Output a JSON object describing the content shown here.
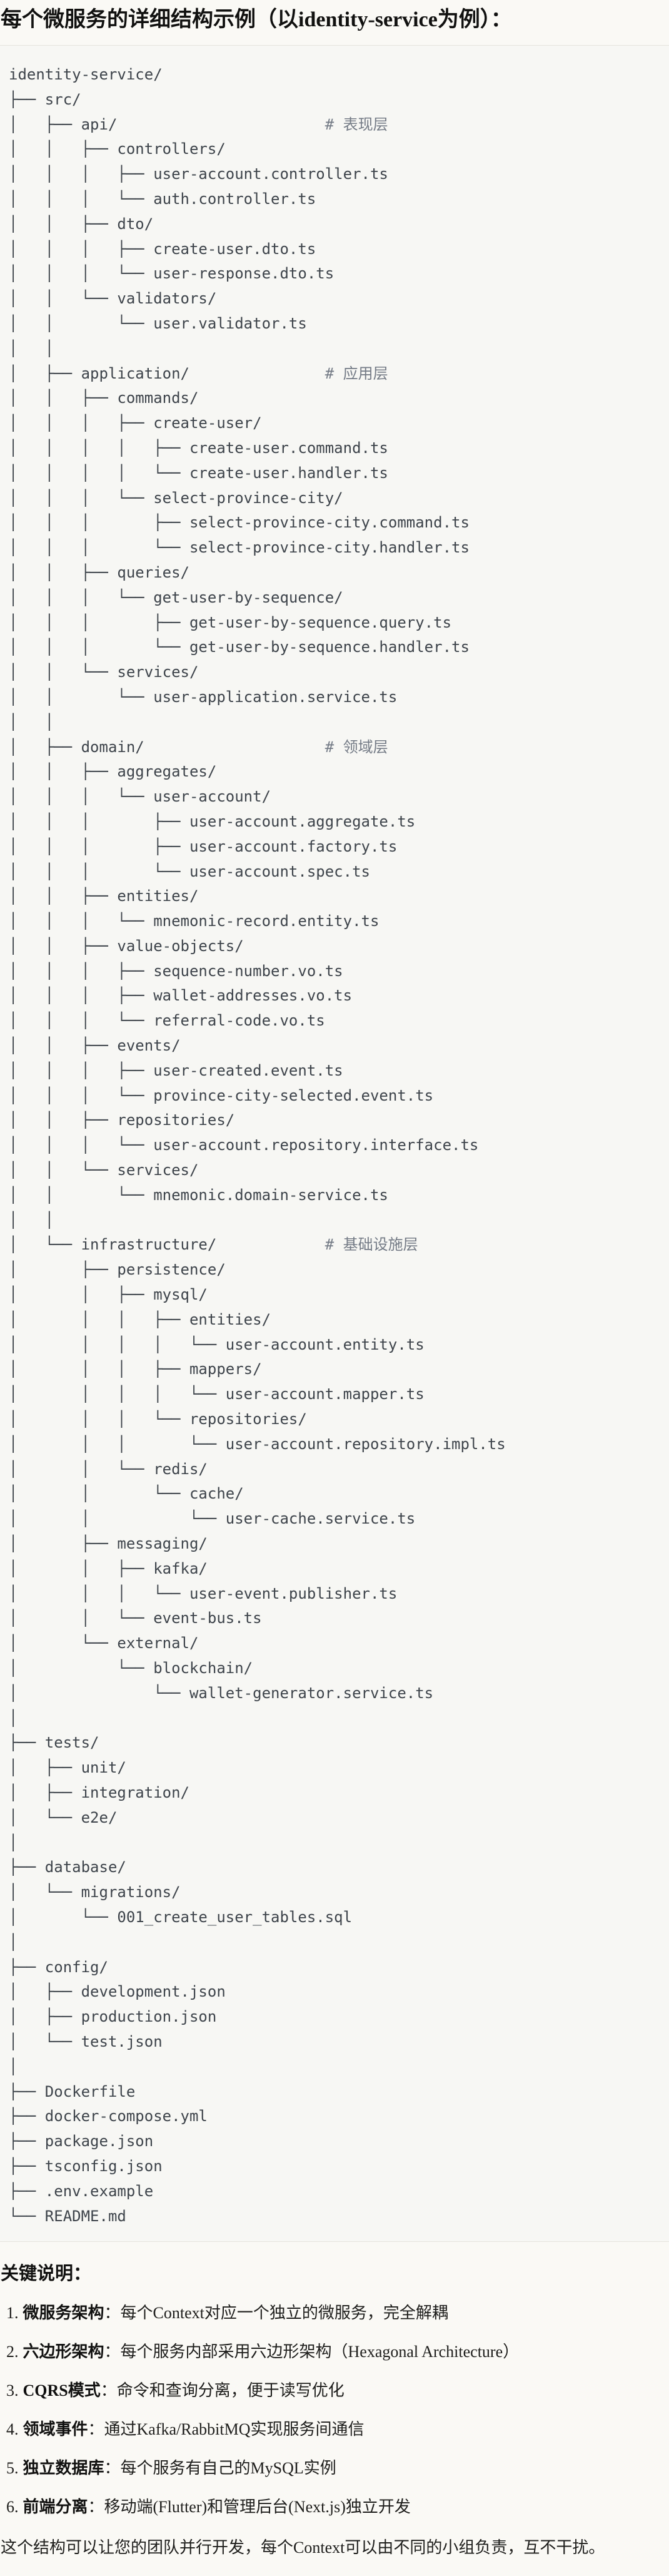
{
  "title": "每个微服务的详细结构示例（以identity-service为例）：",
  "colors": {
    "page_bg": "#FAF9F5",
    "code_bg": "#F7F7F4",
    "divider": "#E5E4DE",
    "code_text": "#3E444B",
    "comment_text": "#747B86",
    "body_text": "#1E1E1C"
  },
  "tree": {
    "root": "identity-service/",
    "lines": [
      "identity-service/",
      "├── src/",
      "│   ├── api/                       # 表现层",
      "│   │   ├── controllers/",
      "│   │   │   ├── user-account.controller.ts",
      "│   │   │   └── auth.controller.ts",
      "│   │   ├── dto/",
      "│   │   │   ├── create-user.dto.ts",
      "│   │   │   └── user-response.dto.ts",
      "│   │   └── validators/",
      "│   │       └── user.validator.ts",
      "│   │",
      "│   ├── application/               # 应用层",
      "│   │   ├── commands/",
      "│   │   │   ├── create-user/",
      "│   │   │   │   ├── create-user.command.ts",
      "│   │   │   │   └── create-user.handler.ts",
      "│   │   │   └── select-province-city/",
      "│   │   │       ├── select-province-city.command.ts",
      "│   │   │       └── select-province-city.handler.ts",
      "│   │   ├── queries/",
      "│   │   │   └── get-user-by-sequence/",
      "│   │   │       ├── get-user-by-sequence.query.ts",
      "│   │   │       └── get-user-by-sequence.handler.ts",
      "│   │   └── services/",
      "│   │       └── user-application.service.ts",
      "│   │",
      "│   ├── domain/                    # 领域层",
      "│   │   ├── aggregates/",
      "│   │   │   └── user-account/",
      "│   │   │       ├── user-account.aggregate.ts",
      "│   │   │       ├── user-account.factory.ts",
      "│   │   │       └── user-account.spec.ts",
      "│   │   ├── entities/",
      "│   │   │   └── mnemonic-record.entity.ts",
      "│   │   ├── value-objects/",
      "│   │   │   ├── sequence-number.vo.ts",
      "│   │   │   ├── wallet-addresses.vo.ts",
      "│   │   │   └── referral-code.vo.ts",
      "│   │   ├── events/",
      "│   │   │   ├── user-created.event.ts",
      "│   │   │   └── province-city-selected.event.ts",
      "│   │   ├── repositories/",
      "│   │   │   └── user-account.repository.interface.ts",
      "│   │   └── services/",
      "│   │       └── mnemonic.domain-service.ts",
      "│   │",
      "│   └── infrastructure/            # 基础设施层",
      "│       ├── persistence/",
      "│       │   ├── mysql/",
      "│       │   │   ├── entities/",
      "│       │   │   │   └── user-account.entity.ts",
      "│       │   │   ├── mappers/",
      "│       │   │   │   └── user-account.mapper.ts",
      "│       │   │   └── repositories/",
      "│       │   │       └── user-account.repository.impl.ts",
      "│       │   └── redis/",
      "│       │       └── cache/",
      "│       │           └── user-cache.service.ts",
      "│       ├── messaging/",
      "│       │   ├── kafka/",
      "│       │   │   └── user-event.publisher.ts",
      "│       │   └── event-bus.ts",
      "│       └── external/",
      "│           └── blockchain/",
      "│               └── wallet-generator.service.ts",
      "│",
      "├── tests/",
      "│   ├── unit/",
      "│   ├── integration/",
      "│   └── e2e/",
      "│",
      "├── database/",
      "│   └── migrations/",
      "│       └── 001_create_user_tables.sql",
      "│",
      "├── config/",
      "│   ├── development.json",
      "│   ├── production.json",
      "│   └── test.json",
      "│",
      "├── Dockerfile",
      "├── docker-compose.yml",
      "├── package.json",
      "├── tsconfig.json",
      "├── .env.example",
      "└── README.md"
    ]
  },
  "notes": {
    "heading": "关键说明：",
    "items": [
      {
        "num": "1.",
        "term": "微服务架构",
        "desc": "：每个Context对应一个独立的微服务，完全解耦"
      },
      {
        "num": "2.",
        "term": "六边形架构",
        "desc": "：每个服务内部采用六边形架构（Hexagonal Architecture）"
      },
      {
        "num": "3.",
        "term": "CQRS模式",
        "desc": "：命令和查询分离，便于读写优化"
      },
      {
        "num": "4.",
        "term": "领域事件",
        "desc": "：通过Kafka/RabbitMQ实现服务间通信"
      },
      {
        "num": "5.",
        "term": "独立数据库",
        "desc": "：每个服务有自己的MySQL实例"
      },
      {
        "num": "6.",
        "term": "前端分离",
        "desc": "：移动端(Flutter)和管理后台(Next.js)独立开发"
      }
    ],
    "closing": "这个结构可以让您的团队并行开发，每个Context可以由不同的小组负责，互不干扰。"
  }
}
